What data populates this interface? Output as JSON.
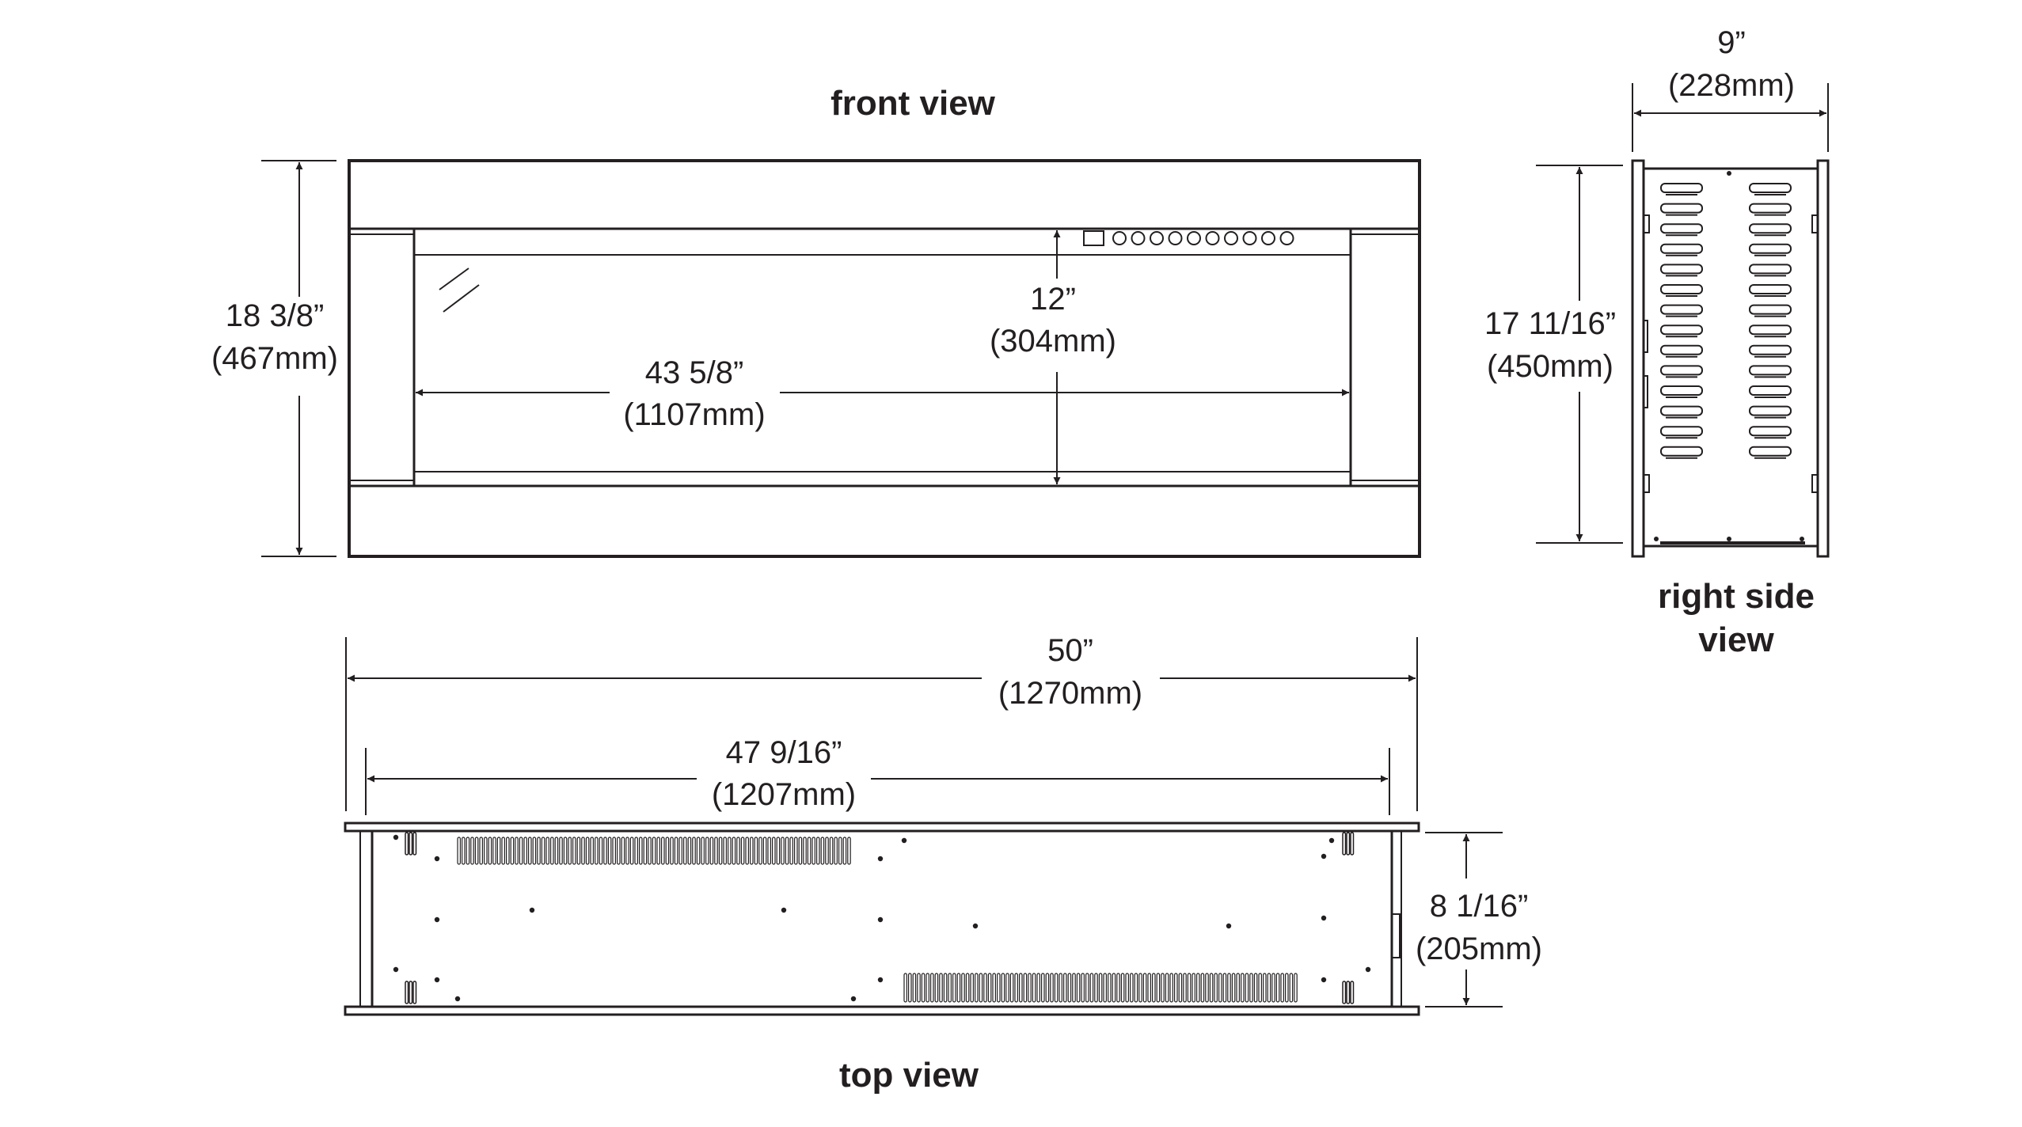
{
  "titles": {
    "front": "front view",
    "side_line1": "right side",
    "side_line2": "view",
    "top": "top view"
  },
  "dimensions": {
    "front_height": {
      "imperial": "18 3/8”",
      "metric": "(467mm)"
    },
    "opening_height": {
      "imperial": "12”",
      "metric": "(304mm)"
    },
    "opening_width": {
      "imperial": "43 5/8”",
      "metric": "(1107mm)"
    },
    "side_depth": {
      "imperial": "9”",
      "metric": "(228mm)"
    },
    "side_height": {
      "imperial": "17 11/16”",
      "metric": "(450mm)"
    },
    "overall_width": {
      "imperial": "50”",
      "metric": "(1270mm)"
    },
    "body_width": {
      "imperial": "47 9/16”",
      "metric": "(1207mm)"
    },
    "top_depth": {
      "imperial": "8 1/16”",
      "metric": "(205mm)"
    }
  },
  "colors": {
    "ink": "#231f20",
    "background": "#ffffff"
  }
}
